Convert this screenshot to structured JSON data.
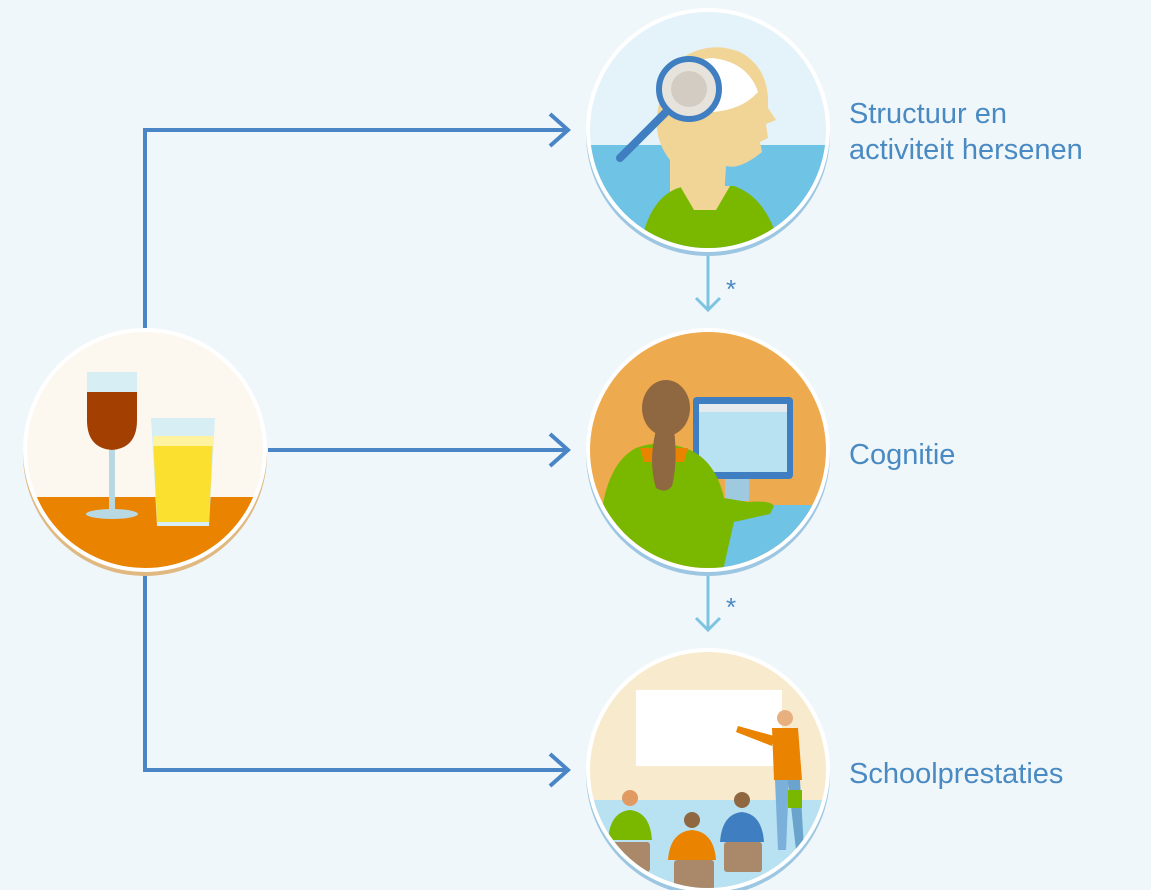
{
  "nodes": {
    "alcohol": {
      "icon": "alcohol-glasses-icon"
    },
    "brain": {
      "icon": "brain-magnifier-icon",
      "label_line1": "Structuur en",
      "label_line2": "activiteit hersenen"
    },
    "cognition": {
      "icon": "computer-user-icon",
      "label": "Cognitie"
    },
    "school": {
      "icon": "classroom-icon",
      "label": "Schoolprestaties"
    }
  },
  "markers": {
    "brain_to_cognition": "*",
    "cognition_to_school": "*"
  },
  "colors": {
    "background": "#f0f7fb",
    "connector": "#4a86c5",
    "connector_light": "#7cc4e2",
    "label": "#4a8ac2"
  }
}
